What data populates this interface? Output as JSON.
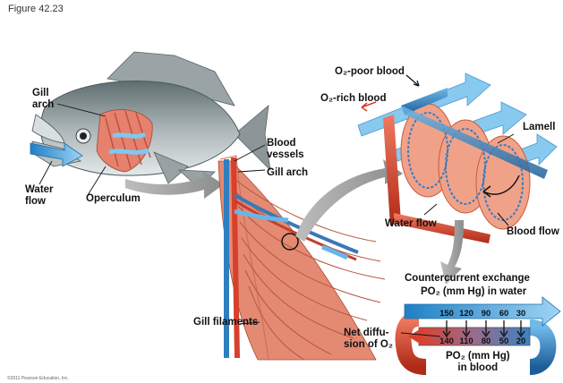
{
  "figure_label": "Figure 42.23",
  "copyright": "©2011 Pearson Education, Inc.",
  "labels": {
    "gill_arch": [
      "Gill",
      "arch"
    ],
    "water_flow": [
      "Water",
      "flow"
    ],
    "operculum": "Operculum",
    "blood_vessels": [
      "Blood",
      "vessels"
    ],
    "gill_arch_2": "Gill arch",
    "gill_filaments": "Gill filaments",
    "o2_poor_blood": "O₂-poor blood",
    "o2_rich_blood": "O₂-rich blood",
    "lamella": "Lamell",
    "water_flow_2": "Water flow",
    "blood_flow": "Blood flow",
    "countercurrent": "Countercurrent exchange",
    "po2_water": "PO₂ (mm Hg) in water",
    "net_diffusion": [
      "Net diffu-",
      "sion of O₂"
    ],
    "po2_blood": [
      "PO₂ (mm Hg)",
      "in blood"
    ]
  },
  "water_po2": [
    "150",
    "120",
    "90",
    "60",
    "30"
  ],
  "blood_po2": [
    "140",
    "110",
    "80",
    "50",
    "20"
  ],
  "colors": {
    "water": "#4aa8e0",
    "oxygen_rich": "#d6402c",
    "oxygen_poor": "#2f7fc0",
    "gill_tissue": "#e0826c",
    "grey_arrow": "#9a9a9a",
    "fish": "#9aa5a8"
  }
}
